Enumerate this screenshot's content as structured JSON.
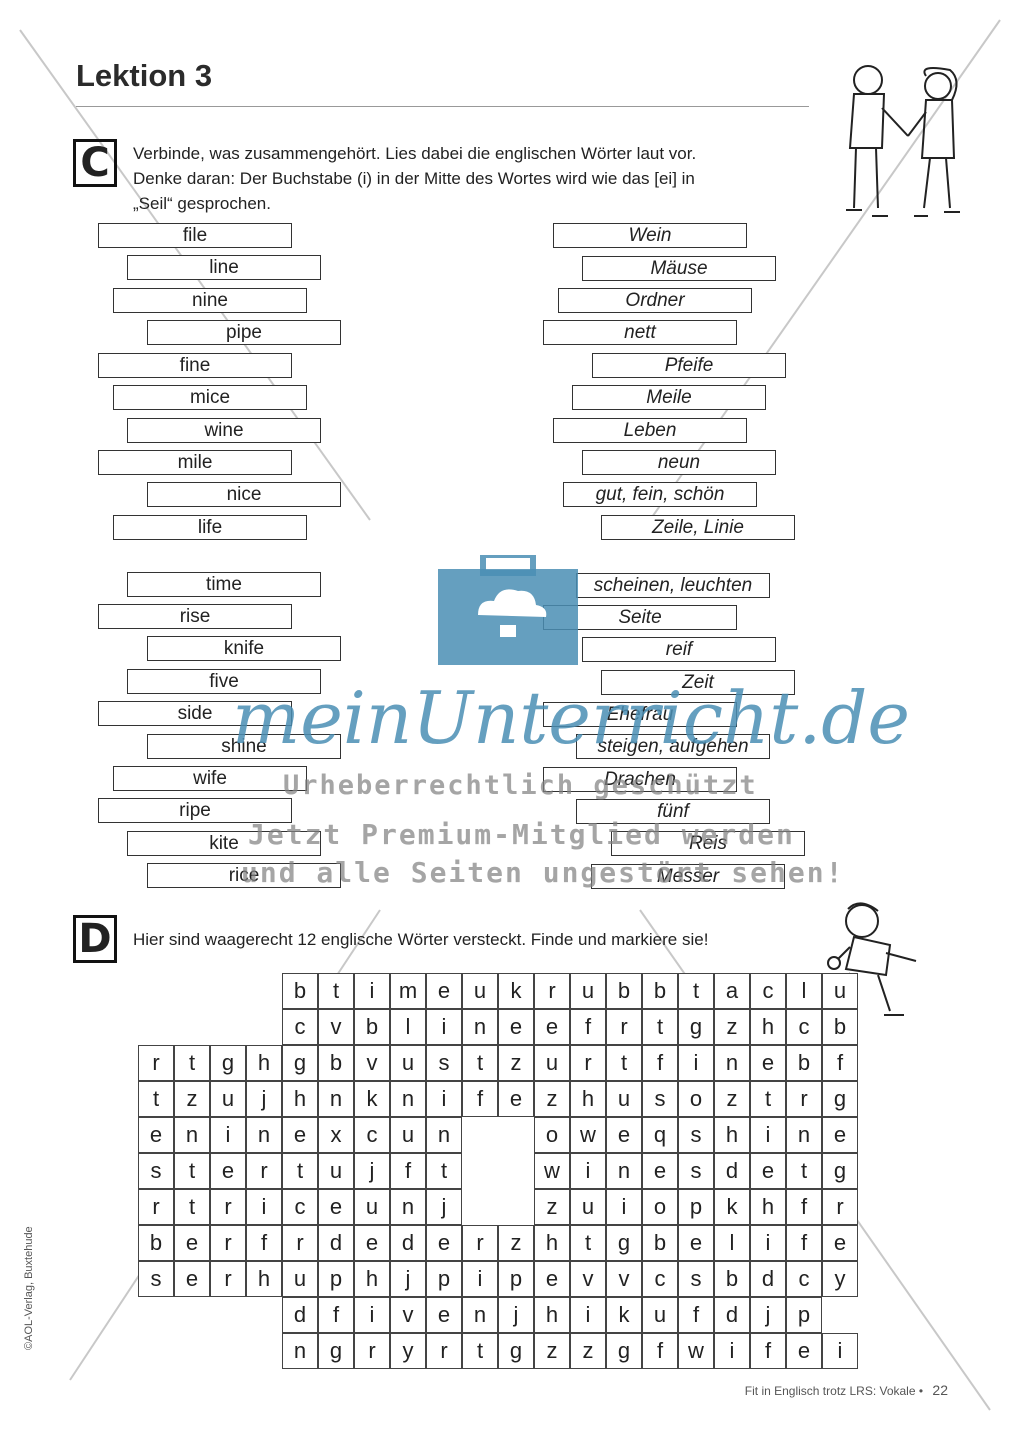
{
  "title": "Lektion 3",
  "section_c": {
    "letter": "C",
    "instructions": [
      "Verbinde, was zusammengehört. Lies dabei die englischen Wörter laut vor.",
      "Denke daran: Der Buchstabe (i) in der Mitte des Wortes wird wie das [ei] in",
      "„Seil“ gesprochen."
    ],
    "english_group1": [
      "file",
      "line",
      "nine",
      "pipe",
      "fine",
      "mice",
      "wine",
      "mile",
      "nice",
      "life"
    ],
    "german_group1": [
      "Wein",
      "Mäuse",
      "Ordner",
      "nett",
      "Pfeife",
      "Meile",
      "Leben",
      "neun",
      "gut, fein, schön",
      "Zeile, Linie"
    ],
    "english_group2": [
      "time",
      "rise",
      "knife",
      "five",
      "side",
      "shine",
      "wife",
      "ripe",
      "kite",
      "rice"
    ],
    "german_group2": [
      "scheinen, leuchten",
      "Seite",
      "reif",
      "Zeit",
      "Ehefrau",
      "steigen, aufgehen",
      "Drachen",
      "fünf",
      "Reis",
      "Messer"
    ]
  },
  "section_d": {
    "letter": "D",
    "instruction": "Hier sind waagerecht 12 englische Wörter versteckt. Finde und markiere sie!",
    "rows": [
      "    btimeukrubbtaclu  ",
      "    cvblineefrtgzhcb  ",
      "rtghgbvustzurtfinebf",
      "tzujhnknifezhusoztrg",
      "eninexcun  oweqshine",
      "stertujft  winesdetg",
      "rtriceunj  zuiopkhfr",
      "berfrdederzhtgbelife",
      "serhuphjpipevvcsbdcy",
      "    dfivenjhikufdjp  ",
      "    ngryrtgzzgfwifei  "
    ]
  },
  "watermark": {
    "brand": "meinUnterricht.de",
    "line1": "Urheberrechtlich geschützt",
    "line2": "Jetzt Premium-Mitglied werden",
    "line3": "und alle Seiten ungestört sehen!"
  },
  "footer": {
    "book": "Fit in Englisch trotz LRS: Vokale",
    "page": "22"
  },
  "copyright": "©AOL-Verlag, Buxtehude",
  "colors": {
    "watermark_blue": "#4a8eb4",
    "text": "#222222"
  }
}
